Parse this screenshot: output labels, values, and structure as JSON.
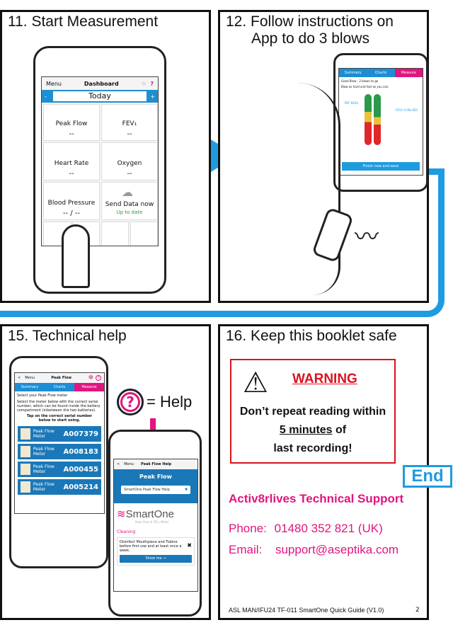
{
  "steps": [
    {
      "title": "11. Start Measurement"
    },
    {
      "title": "12. Follow instructions on",
      "title2": "App to do 3 blows"
    },
    {
      "title": "15. Technical help"
    },
    {
      "title": "16. Keep this booklet safe"
    }
  ],
  "dashboard": {
    "menu": "Menu",
    "title": "Dashboard",
    "help": "?",
    "minus": "-",
    "plus": "+",
    "date": "Today",
    "tiles": [
      {
        "label": "Peak Flow",
        "value": "--"
      },
      {
        "label": "FEV₁",
        "value": "--"
      },
      {
        "label": "Heart Rate",
        "value": "--"
      },
      {
        "label": "Oxygen",
        "value": "--"
      },
      {
        "label": "Blood Pressure",
        "value": "-- / --"
      },
      {
        "label": "Send Data now",
        "value": "Up to date"
      }
    ]
  },
  "measure": {
    "tabs": [
      "Summary",
      "Charts",
      "Measure"
    ],
    "line1": "Good Blow - 2 blows to go",
    "line2": "Blow as hard and fast as you can.",
    "left_label": "PEF 820/L",
    "right_label": "FEV1 4.00L/SEC",
    "button": "Finish now and save"
  },
  "peakflow": {
    "back": "<",
    "menu": "Menu",
    "title": "Peak Flow",
    "help": "?",
    "tabs": [
      "Summary",
      "Charts",
      "Measure"
    ],
    "heading": "Select your Peak Flow meter",
    "instructions": "Select the meter below with the correct serial number, which can be found inside the battery compartment (inbetween the two batteries).",
    "tap": "Tap on the correct serial number below to start using.",
    "meters": [
      {
        "name": "Peak Flow Meter",
        "serial": "A007379"
      },
      {
        "name": "Peak Flow Meter",
        "serial": "A008183"
      },
      {
        "name": "Peak Flow Meter",
        "serial": "A000455"
      },
      {
        "name": "Peak Flow Meter",
        "serial": "A005214"
      }
    ]
  },
  "help_label": "= Help",
  "helpscreen": {
    "back": "<",
    "menu": "Menu",
    "title": "Peak Flow Help",
    "heading": "Peak Flow",
    "select": "SmartOne Peak Flow Help",
    "brand": "SmartOne",
    "brand_sub": "Peak Flow & FEV₁ Meter",
    "section": "Cleaning",
    "card_text": "Disinfect Mouthpiece and Tubine before first use and at least once a week.",
    "button": "Show me →"
  },
  "warning": {
    "title": "WARNING",
    "line1": "Don’t repeat reading within",
    "line2": "5 minutes",
    "line2b": " of",
    "line3": "last recording!"
  },
  "end": "End",
  "support": {
    "title": "Activ8rlives Technical Support",
    "phone_label": "Phone:",
    "phone": "01480 352 821 (UK)",
    "email_label": "Email:",
    "email": "support@aseptika.com"
  },
  "footer": "ASL MAN/IFU24 TF-011 SmartOne Quick Guide (V1.0)",
  "page_number": "2",
  "colors": {
    "accent_blue": "#1f9be0",
    "pink": "#e0157f",
    "warning_red": "#d9141e"
  }
}
